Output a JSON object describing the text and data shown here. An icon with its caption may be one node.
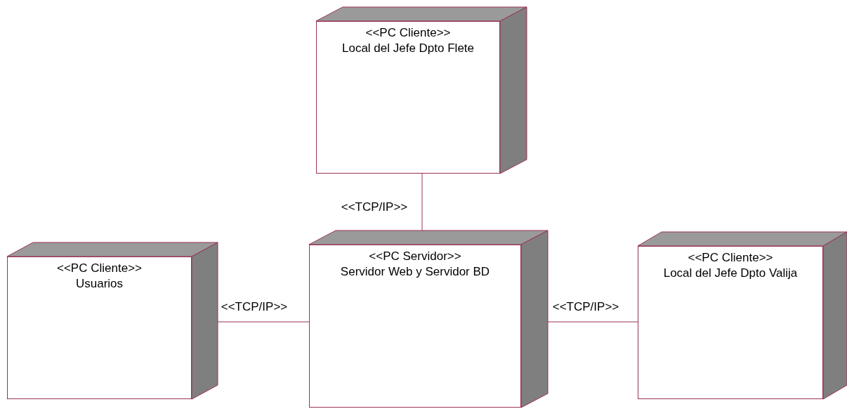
{
  "diagram": {
    "nodes": [
      {
        "text": [
          "<<PC Cliente>>",
          "Local del Jefe Dpto Flete"
        ]
      },
      {
        "text": [
          "<<PC Cliente>>",
          "Usuarios"
        ]
      },
      {
        "text": [
          "<<PC Servidor>>",
          "Servidor Web y Servidor BD"
        ]
      },
      {
        "text": [
          "<<PC Cliente>>",
          "Local del Jefe Dpto Valija"
        ]
      }
    ],
    "edges": [
      {
        "from": 0,
        "to": 2,
        "arrow": "none",
        "label": "<<TCP/IP>>"
      },
      {
        "from": 1,
        "to": 2,
        "arrow": "none",
        "label": "<<TCP/IP>>"
      },
      {
        "from": 2,
        "to": 3,
        "arrow": "none",
        "label": "<<TCP/IP>>"
      }
    ]
  }
}
